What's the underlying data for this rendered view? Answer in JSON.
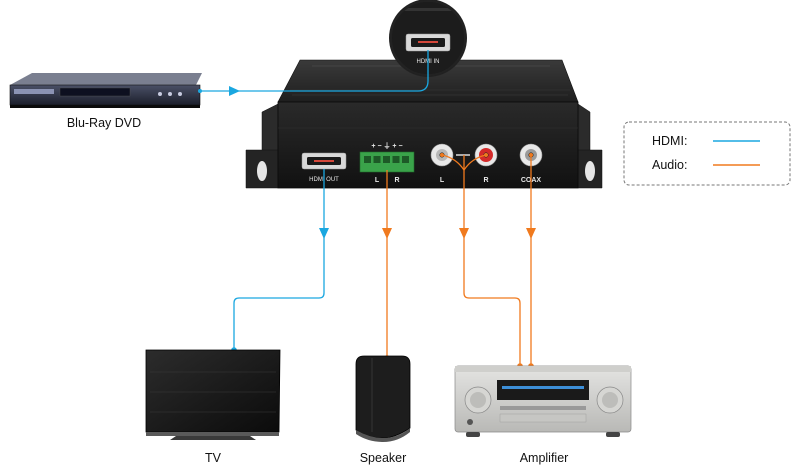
{
  "devices": {
    "source": "Blu-Ray DVD",
    "tv": "TV",
    "speaker": "Speaker",
    "amplifier": "Amplifier"
  },
  "ports": {
    "hdmi_in": "HDMI IN",
    "hdmi_out": "HDMI OUT",
    "terminal_signs": "+ − ⏚ + −",
    "terminal_l": "L",
    "terminal_r": "R",
    "rca_l": "L",
    "rca_r": "R",
    "coax": "COAX"
  },
  "legend": {
    "hdmi": "HDMI:",
    "audio": "Audio:"
  },
  "colors": {
    "hdmi_line": "#1aa7e0",
    "audio_line": "#f07a1e"
  }
}
